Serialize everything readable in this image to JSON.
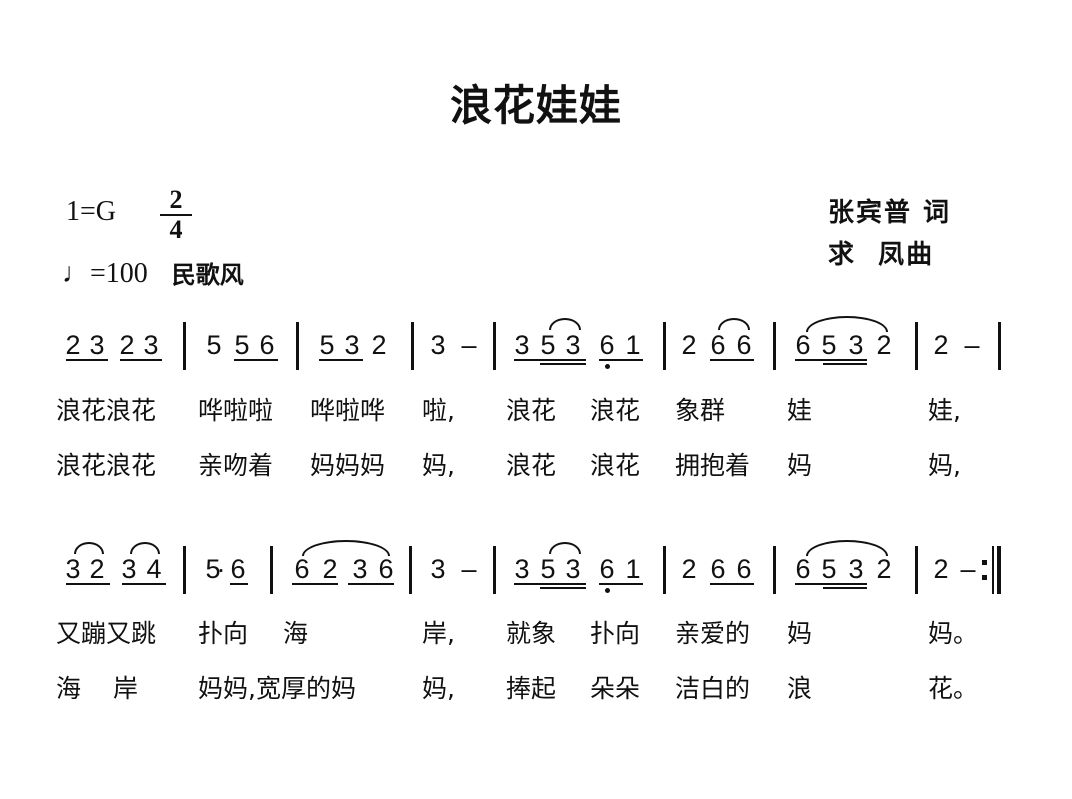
{
  "title": "浪花娃娃",
  "header": {
    "key": "1=G",
    "time_signature": {
      "numerator": "2",
      "denominator": "4"
    },
    "tempo_symbol": "♩",
    "tempo": "=100",
    "style": "民歌风",
    "lyricist": "张宾普 词",
    "composer": "求  凤曲"
  },
  "score": {
    "row1": {
      "notes": [
        "2",
        "3",
        "2",
        "3",
        "5",
        "5",
        "6",
        "5",
        "3",
        "2",
        "3",
        "–",
        "3",
        "5",
        "3",
        "6",
        "1",
        "2",
        "6",
        "6",
        "6",
        "5",
        "3",
        "2",
        "2",
        "–"
      ],
      "lyrics_verse1": [
        "浪花浪花",
        "哗啦啦",
        "哗啦哗",
        "啦,",
        "浪花",
        "浪花",
        "象群",
        "娃",
        "娃,"
      ],
      "lyrics_verse2": [
        "浪花浪花",
        "亲吻着",
        "妈妈妈",
        "妈,",
        "浪花",
        "浪花",
        "拥抱着",
        "妈",
        "妈,"
      ]
    },
    "row2": {
      "notes": [
        "3",
        "2",
        "3",
        "4",
        "5",
        "·",
        "6",
        "6",
        "2",
        "3",
        "6",
        "3",
        "–",
        "3",
        "5",
        "3",
        "6",
        "1",
        "2",
        "6",
        "6",
        "6",
        "5",
        "3",
        "2",
        "2",
        "–"
      ],
      "end_repeat": ":‖",
      "lyrics_verse1": [
        "又蹦又跳",
        "扑向",
        "海",
        "岸,",
        "就象",
        "扑向",
        "亲爱的",
        "妈",
        "妈。"
      ],
      "lyrics_verse2": [
        "海",
        "岸",
        "妈妈,宽厚的妈",
        "妈,",
        "捧起",
        "朵朵",
        "洁白的",
        "浪",
        "花。"
      ]
    }
  }
}
